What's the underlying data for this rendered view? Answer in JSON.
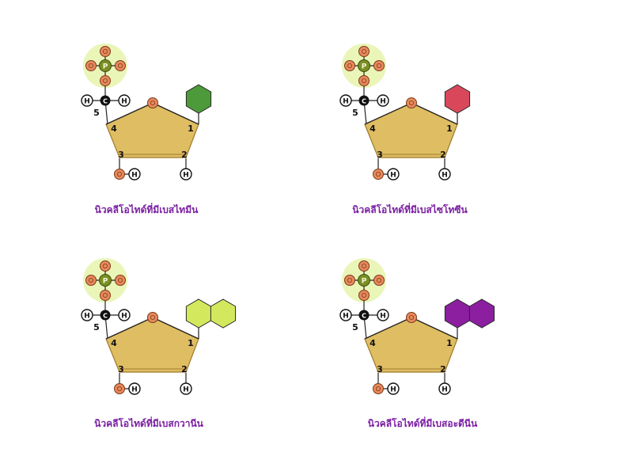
{
  "colors": {
    "sugar": "#dfbd63",
    "sugar_stroke": "#a07a2a",
    "phosphate_halo": "#eaf5b8",
    "phosphorus": "#7a8f24",
    "oxygen": "#e8895c",
    "carbon": "#111111"
  },
  "atoms": {
    "phosphorus": "P",
    "carbon": "C",
    "hydrogen": "H"
  },
  "carbon_numbers": {
    "c1": "1",
    "c2": "2",
    "c3": "3",
    "c4": "4",
    "c5": "5"
  },
  "nucleotides": [
    {
      "caption": "นิวคลีโอไทด์ที่มีเบสไทมีน",
      "base_type": "pyrimidine",
      "base_color": "#4c9a3a"
    },
    {
      "caption": "นิวคลีโอไทด์ที่มีเบสไซโทซีน",
      "base_type": "pyrimidine",
      "base_color": "#d9485a"
    },
    {
      "caption": "นิวคลีโอไทด์ที่มีเบสกวานีน",
      "base_type": "purine",
      "base_color": "#d4e85e"
    },
    {
      "caption": "นิวคลีโอไทด์ที่มีเบสอะดีนีน",
      "base_type": "purine",
      "base_color": "#8b1fa0"
    }
  ]
}
